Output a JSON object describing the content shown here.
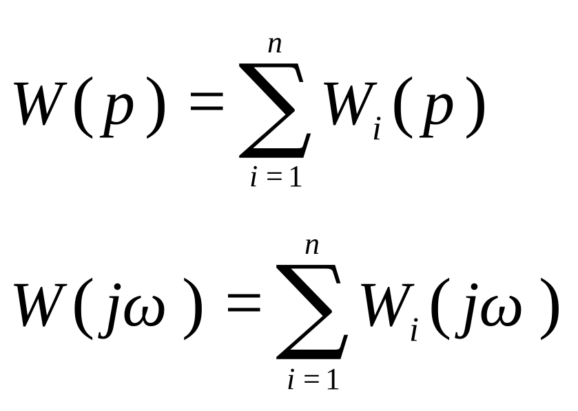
{
  "equations": [
    {
      "lhs_symbol": "W",
      "lhs_open": "(",
      "lhs_arg": "p",
      "lhs_close": ")",
      "equals": "=",
      "sum_symbol": "∑",
      "upper_limit": "n",
      "lower_index": "i",
      "lower_equals": "=",
      "lower_value": "1",
      "rhs_symbol": "W",
      "rhs_subscript": "i",
      "rhs_open": "(",
      "rhs_arg": "p",
      "rhs_close": ")"
    },
    {
      "lhs_symbol": "W",
      "lhs_open": "(",
      "lhs_arg": "jω",
      "lhs_close": ")",
      "equals": "=",
      "sum_symbol": "∑",
      "upper_limit": "n",
      "lower_index": "i",
      "lower_equals": "=",
      "lower_value": "1",
      "rhs_symbol": "W",
      "rhs_subscript": "i",
      "rhs_open": "(",
      "rhs_arg": "jω",
      "rhs_close": ")"
    }
  ]
}
